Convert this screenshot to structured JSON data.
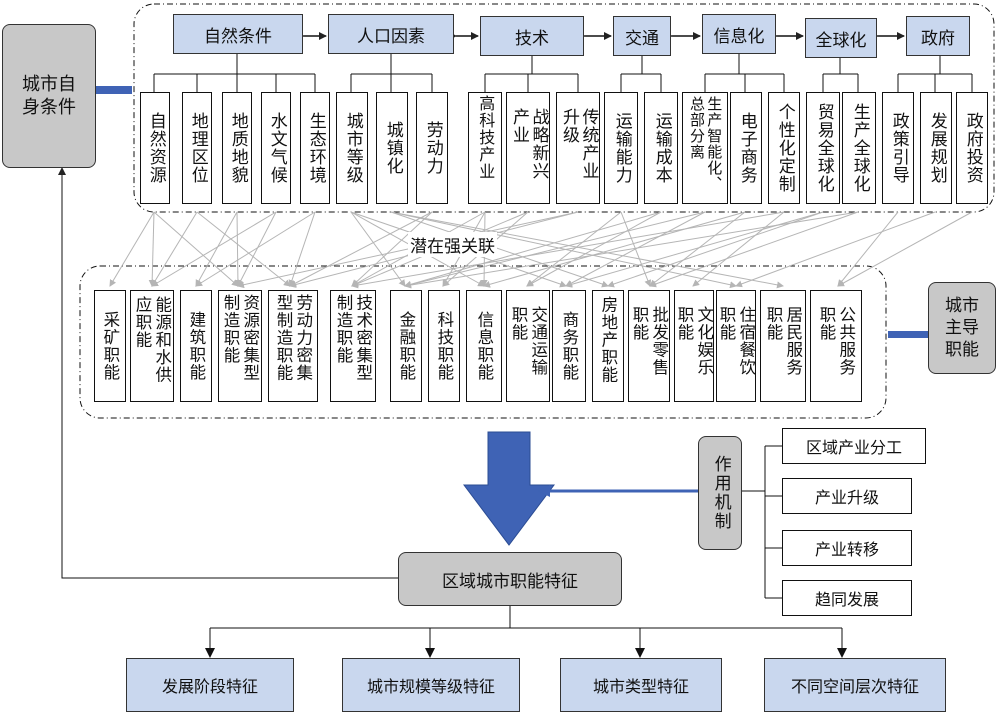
{
  "colors": {
    "blue_box": "#c9d7ee",
    "gray_box": "#c8c8c8",
    "arrow_blue": "#3f63b5",
    "line_gray": "#b5b5b5"
  },
  "self_conditions": "城市自身条件",
  "dominant_function": "城市主导职能",
  "categories": [
    "自然条件",
    "人口因素",
    "技术",
    "交通",
    "信息化",
    "全球化",
    "政府"
  ],
  "subfactors": [
    "自然资源",
    "地理区位",
    "地质地貌",
    "水文气候",
    "生态环境",
    "城市等级",
    "城镇化",
    "劳动力",
    "高科技产业",
    "战略新兴产业",
    "传统产业升级",
    "运输能力",
    "运输成本",
    "生产智能化、总部分离",
    "电子商务",
    "个性化定制",
    "贸易全球化",
    "生产全球化",
    "政策引导",
    "发展规划",
    "政府投资"
  ],
  "latent_label": "潜在强关联",
  "functions": [
    "采矿职能",
    "能源和水供应职能",
    "建筑职能",
    "资源密集型制造职能",
    "劳动力密集型制造职能",
    "技术密集型制造职能",
    "金融职能",
    "科技职能",
    "信息职能",
    "交通运输职能",
    "商务职能",
    "房地产职能",
    "批发零售职能",
    "文化娱乐职能",
    "住宿餐饮职能",
    "居民服务职能",
    "公共服务职能"
  ],
  "mechanism": {
    "label": "作用机制",
    "items": [
      "区域产业分工",
      "产业升级",
      "产业转移",
      "趋同发展"
    ]
  },
  "regional_feature": "区域城市职能特征",
  "outcomes": [
    "发展阶段特征",
    "城市规模等级特征",
    "城市类型特征",
    "不同空间层次特征"
  ]
}
